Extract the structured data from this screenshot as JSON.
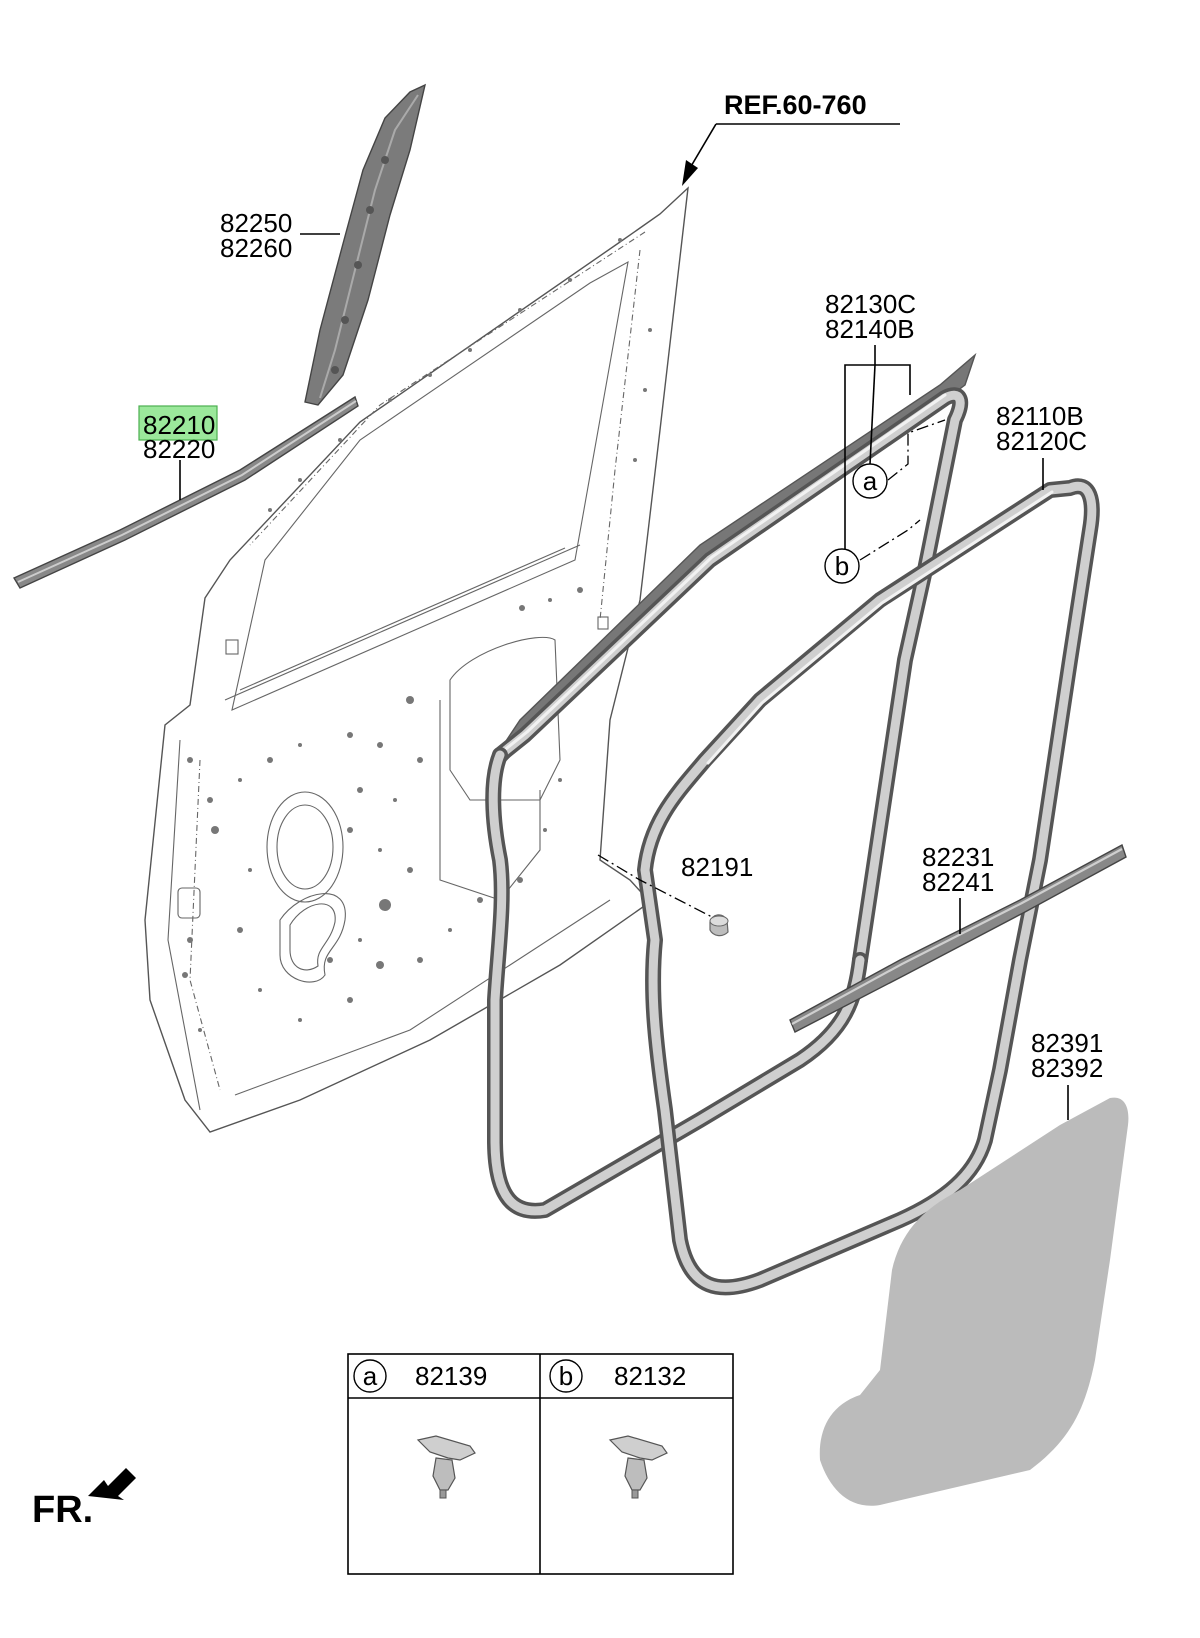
{
  "reference": "REF.60-760",
  "callouts": {
    "p82250": [
      "82250",
      "82260"
    ],
    "p82210": [
      "82210",
      "82220"
    ],
    "p82130": [
      "82130C",
      "82140B"
    ],
    "p82110": [
      "82110B",
      "82120C"
    ],
    "p82191": [
      "82191"
    ],
    "p82231": [
      "82231",
      "82241"
    ],
    "p82391": [
      "82391",
      "82392"
    ]
  },
  "highlight_color": "#9be89b",
  "markers": {
    "a": "a",
    "b": "b"
  },
  "legend_table": [
    {
      "marker": "a",
      "part": "82139"
    },
    {
      "marker": "b",
      "part": "82132"
    }
  ],
  "direction": "FR."
}
